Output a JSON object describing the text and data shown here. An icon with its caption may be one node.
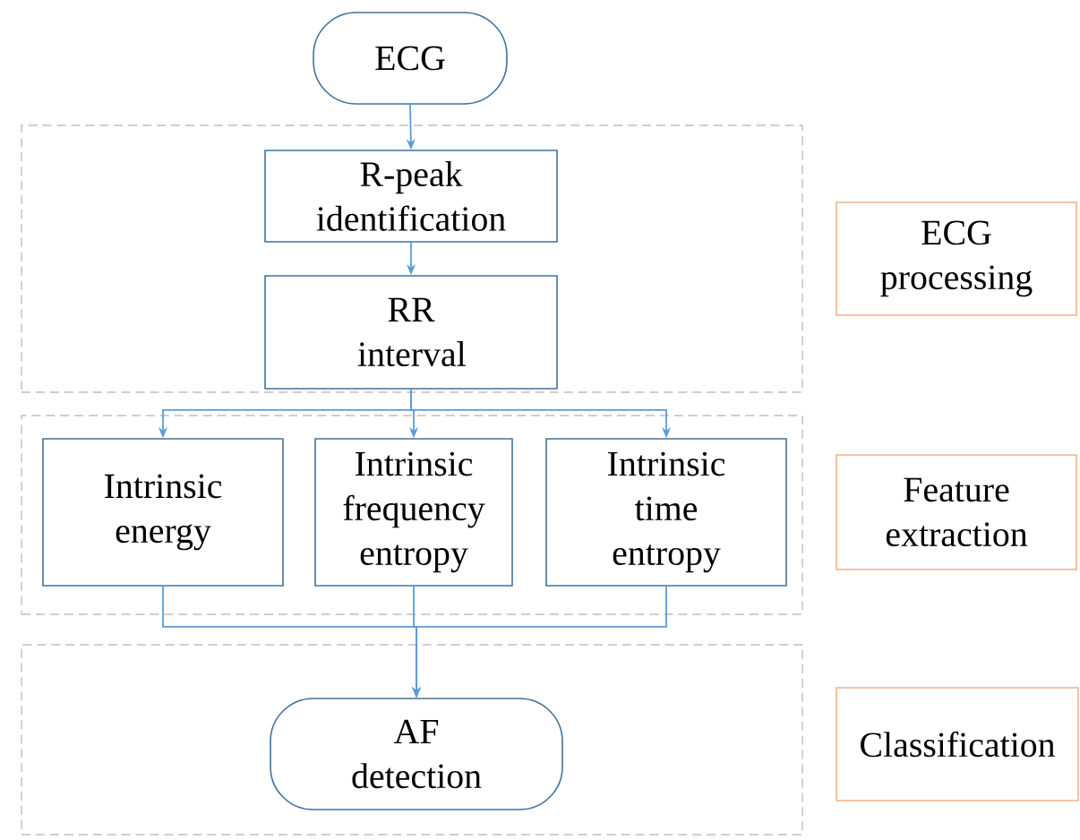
{
  "diagram": {
    "nodes": [
      {
        "text": [
          "ECG"
        ]
      },
      {
        "text": [],
        "shape": "box"
      },
      {
        "text": [
          "R-peak identification"
        ],
        "in": 1
      },
      {
        "text": [
          "RR interval"
        ],
        "in": 1
      },
      {
        "text": [
          "ECG processing"
        ]
      },
      {
        "text": [],
        "shape": "box"
      },
      {
        "text": [
          "Intrinsic energy"
        ],
        "in": 5
      },
      {
        "text": [
          "Intrinsic frequency entropy"
        ],
        "in": 5
      },
      {
        "text": [
          "Intrinsic time entropy"
        ],
        "in": 5
      },
      {
        "text": [
          "Feature extraction"
        ]
      },
      {
        "text": [],
        "shape": "box"
      },
      {
        "text": [
          "AF detection"
        ],
        "in": 10
      },
      {
        "text": [
          "Classification"
        ]
      }
    ],
    "edges": [
      {
        "from": 0,
        "to": 2,
        "arrow": "to"
      },
      {
        "from": 2,
        "to": 3,
        "arrow": "to"
      },
      {
        "from": 3,
        "to": 6,
        "arrow": "to"
      },
      {
        "from": 3,
        "to": 7,
        "arrow": "to"
      },
      {
        "from": 3,
        "to": 8,
        "arrow": "to"
      },
      {
        "from": 6,
        "to": 11,
        "arrow": "to"
      },
      {
        "from": 7,
        "to": 11,
        "arrow": "to"
      },
      {
        "from": 8,
        "to": 11,
        "arrow": "to"
      }
    ]
  }
}
